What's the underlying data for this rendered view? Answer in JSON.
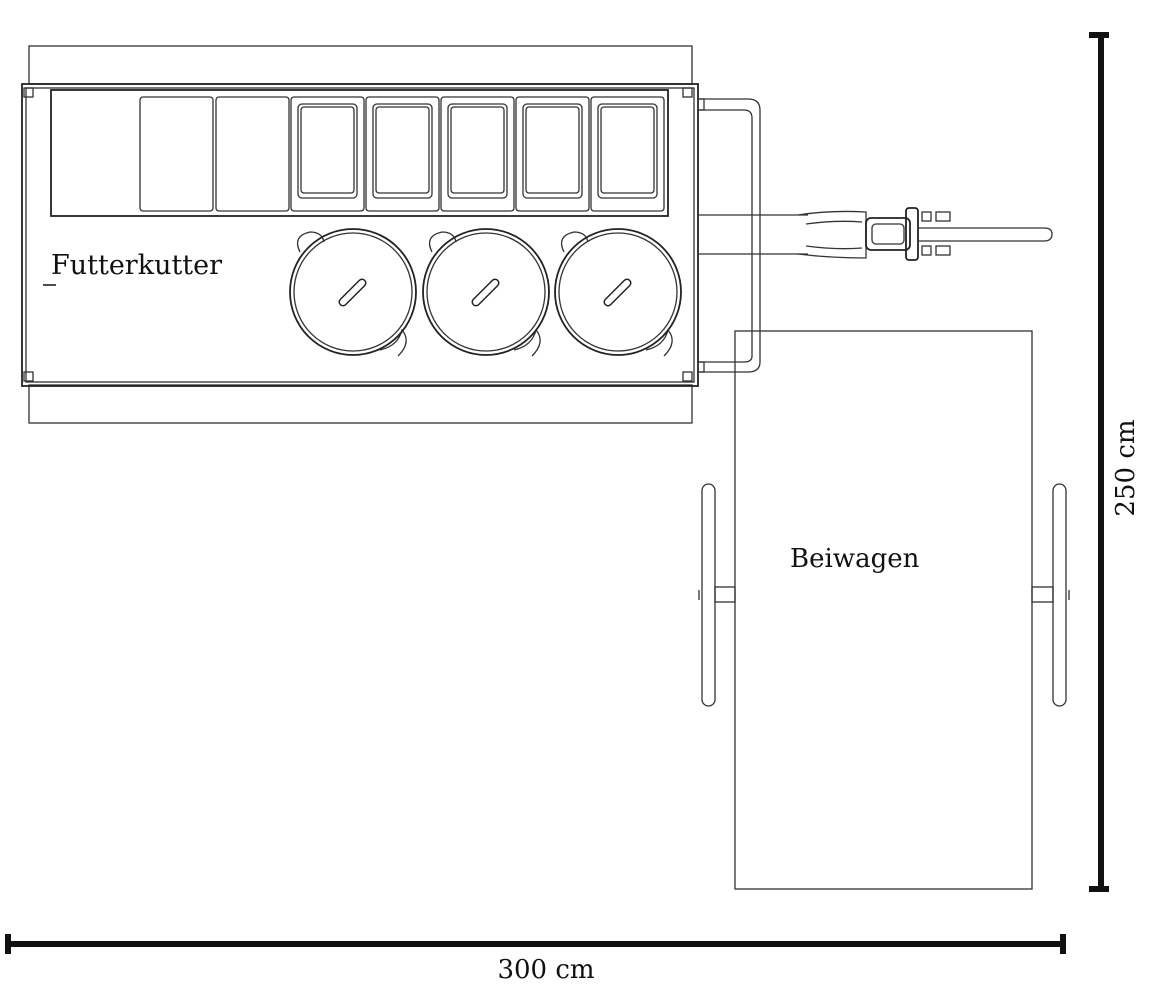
{
  "labels": {
    "futterkutter": "Futterkutter",
    "beiwagen": "Beiwagen"
  },
  "dimensions": {
    "width_label": "300 cm",
    "height_label": "250 cm"
  },
  "components": {
    "gastronorm_trays": 7,
    "pots": 3
  }
}
